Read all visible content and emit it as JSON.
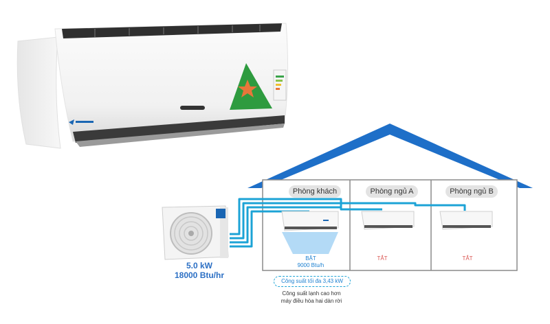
{
  "colors": {
    "roof": "#1e6fc8",
    "pipe": "#1ca3d6",
    "house_wall": "#8a8a8a",
    "room_label_bg": "#e3e3e3",
    "status_on": "#1a7fd0",
    "status_off": "#d9534f",
    "unit_label": "#2b6fc4",
    "cool_air": "#a6d4f5"
  },
  "rooms": [
    {
      "name": "Phòng khách",
      "status_line1": "BẬT",
      "status_line2": "9000 Btu/h",
      "state": "on"
    },
    {
      "name": "Phòng ngủ A",
      "status_line1": "TẮT",
      "state": "off"
    },
    {
      "name": "Phòng ngủ B",
      "status_line1": "TẮT",
      "state": "off"
    }
  ],
  "outdoor_unit": {
    "capacity_kw": "5.0 kW",
    "capacity_btu": "18000 Btu/hr"
  },
  "max_capacity_badge": "Công suất tối đa 3,43 kW",
  "note": {
    "line1": "Công suất lạnh cao hơn",
    "line2": "máy điều hòa hai dàn rời"
  },
  "icons": [
    "indoor-ac-unit",
    "outdoor-ac-unit",
    "energy-star-badge",
    "brand-logo"
  ]
}
